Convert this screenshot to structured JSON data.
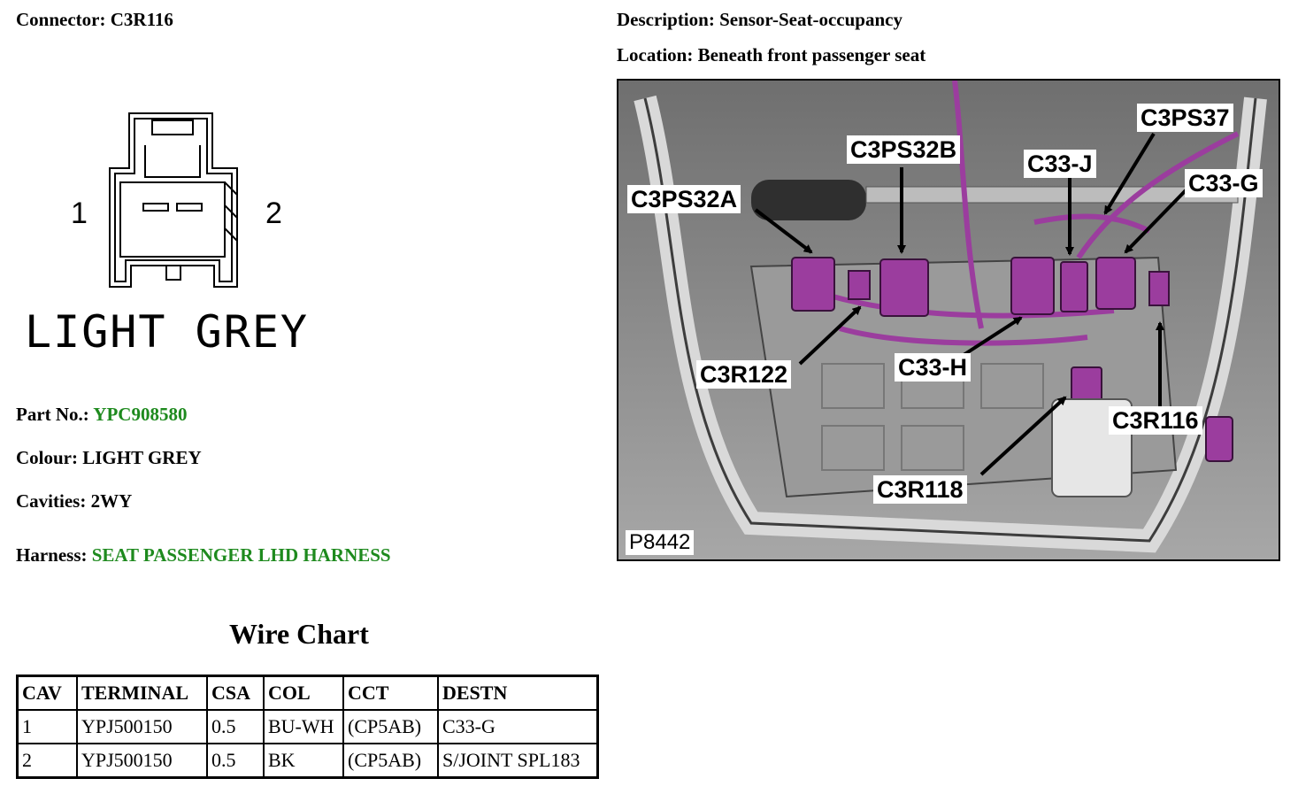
{
  "connector": {
    "label": "Connector:",
    "value": "C3R116"
  },
  "description": {
    "label": "Description:",
    "value": "Sensor-Seat-occupancy"
  },
  "location": {
    "label": "Location:",
    "value": "Beneath front passenger seat"
  },
  "pinout": {
    "pin_left": "1",
    "pin_right": "2",
    "colour_text": "LIGHT GREY"
  },
  "part_no": {
    "label": "Part No.:",
    "value": "YPC908580"
  },
  "colour": {
    "label": "Colour:",
    "value": "LIGHT GREY"
  },
  "cavities": {
    "label": "Cavities:",
    "value": "2WY"
  },
  "harness": {
    "label": "Harness:",
    "value": "SEAT PASSENGER LHD HARNESS"
  },
  "wire_chart": {
    "title": "Wire Chart",
    "headers": [
      "CAV",
      "TERMINAL",
      "CSA",
      "COL",
      "CCT",
      "DESTN"
    ],
    "rows": [
      [
        "1",
        "YPJ500150",
        "0.5",
        "BU-WH",
        "(CP5AB)",
        "C33-G"
      ],
      [
        "2",
        "YPJ500150",
        "0.5",
        "BK",
        "(CP5AB)",
        "S/JOINT SPL183"
      ]
    ]
  },
  "photo": {
    "figure_id": "P8442",
    "callouts": {
      "c3ps37": "C3PS37",
      "c3ps32b": "C3PS32B",
      "c33j": "C33-J",
      "c33g": "C33-G",
      "c3ps32a": "C3PS32A",
      "c3r122": "C3R122",
      "c33h": "C33-H",
      "c3r116": "C3R116",
      "c3r118": "C3R118"
    }
  },
  "colors": {
    "link_green": "#1e8a1e",
    "connector_purple": "#9b3d9e"
  }
}
